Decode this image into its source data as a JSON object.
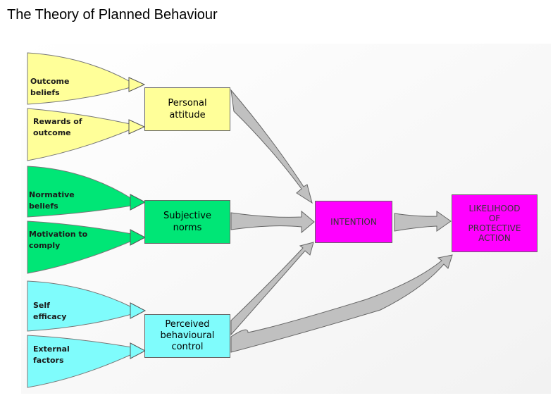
{
  "title": "The Theory of Planned Behaviour",
  "colors": {
    "yellow": "#ffff99",
    "green": "#00e676",
    "cyan": "#7ffcfc",
    "magenta": "#ff00ff",
    "arrow_gray": "#c0c0c0",
    "background": "#fafafa"
  },
  "inputs": {
    "outcome_beliefs": "Outcome\nbeliefs",
    "rewards_of_outcome": "Rewards of\noutcome",
    "normative_beliefs": "Normative\nbeliefs",
    "motivation_to_comply": "Motivation to\ncomply",
    "self_efficacy": "Self\nefficacy",
    "external_factors": "External\nfactors"
  },
  "boxes": {
    "personal_attitude": "Personal\nattitude",
    "subjective_norms": "Subjective\nnorms",
    "perceived_behavioural_control": "Perceived\nbehavioural\ncontrol",
    "intention": "INTENTION",
    "likelihood": "LIKELIHOOD\nOF\nPROTECTIVE\nACTION"
  }
}
